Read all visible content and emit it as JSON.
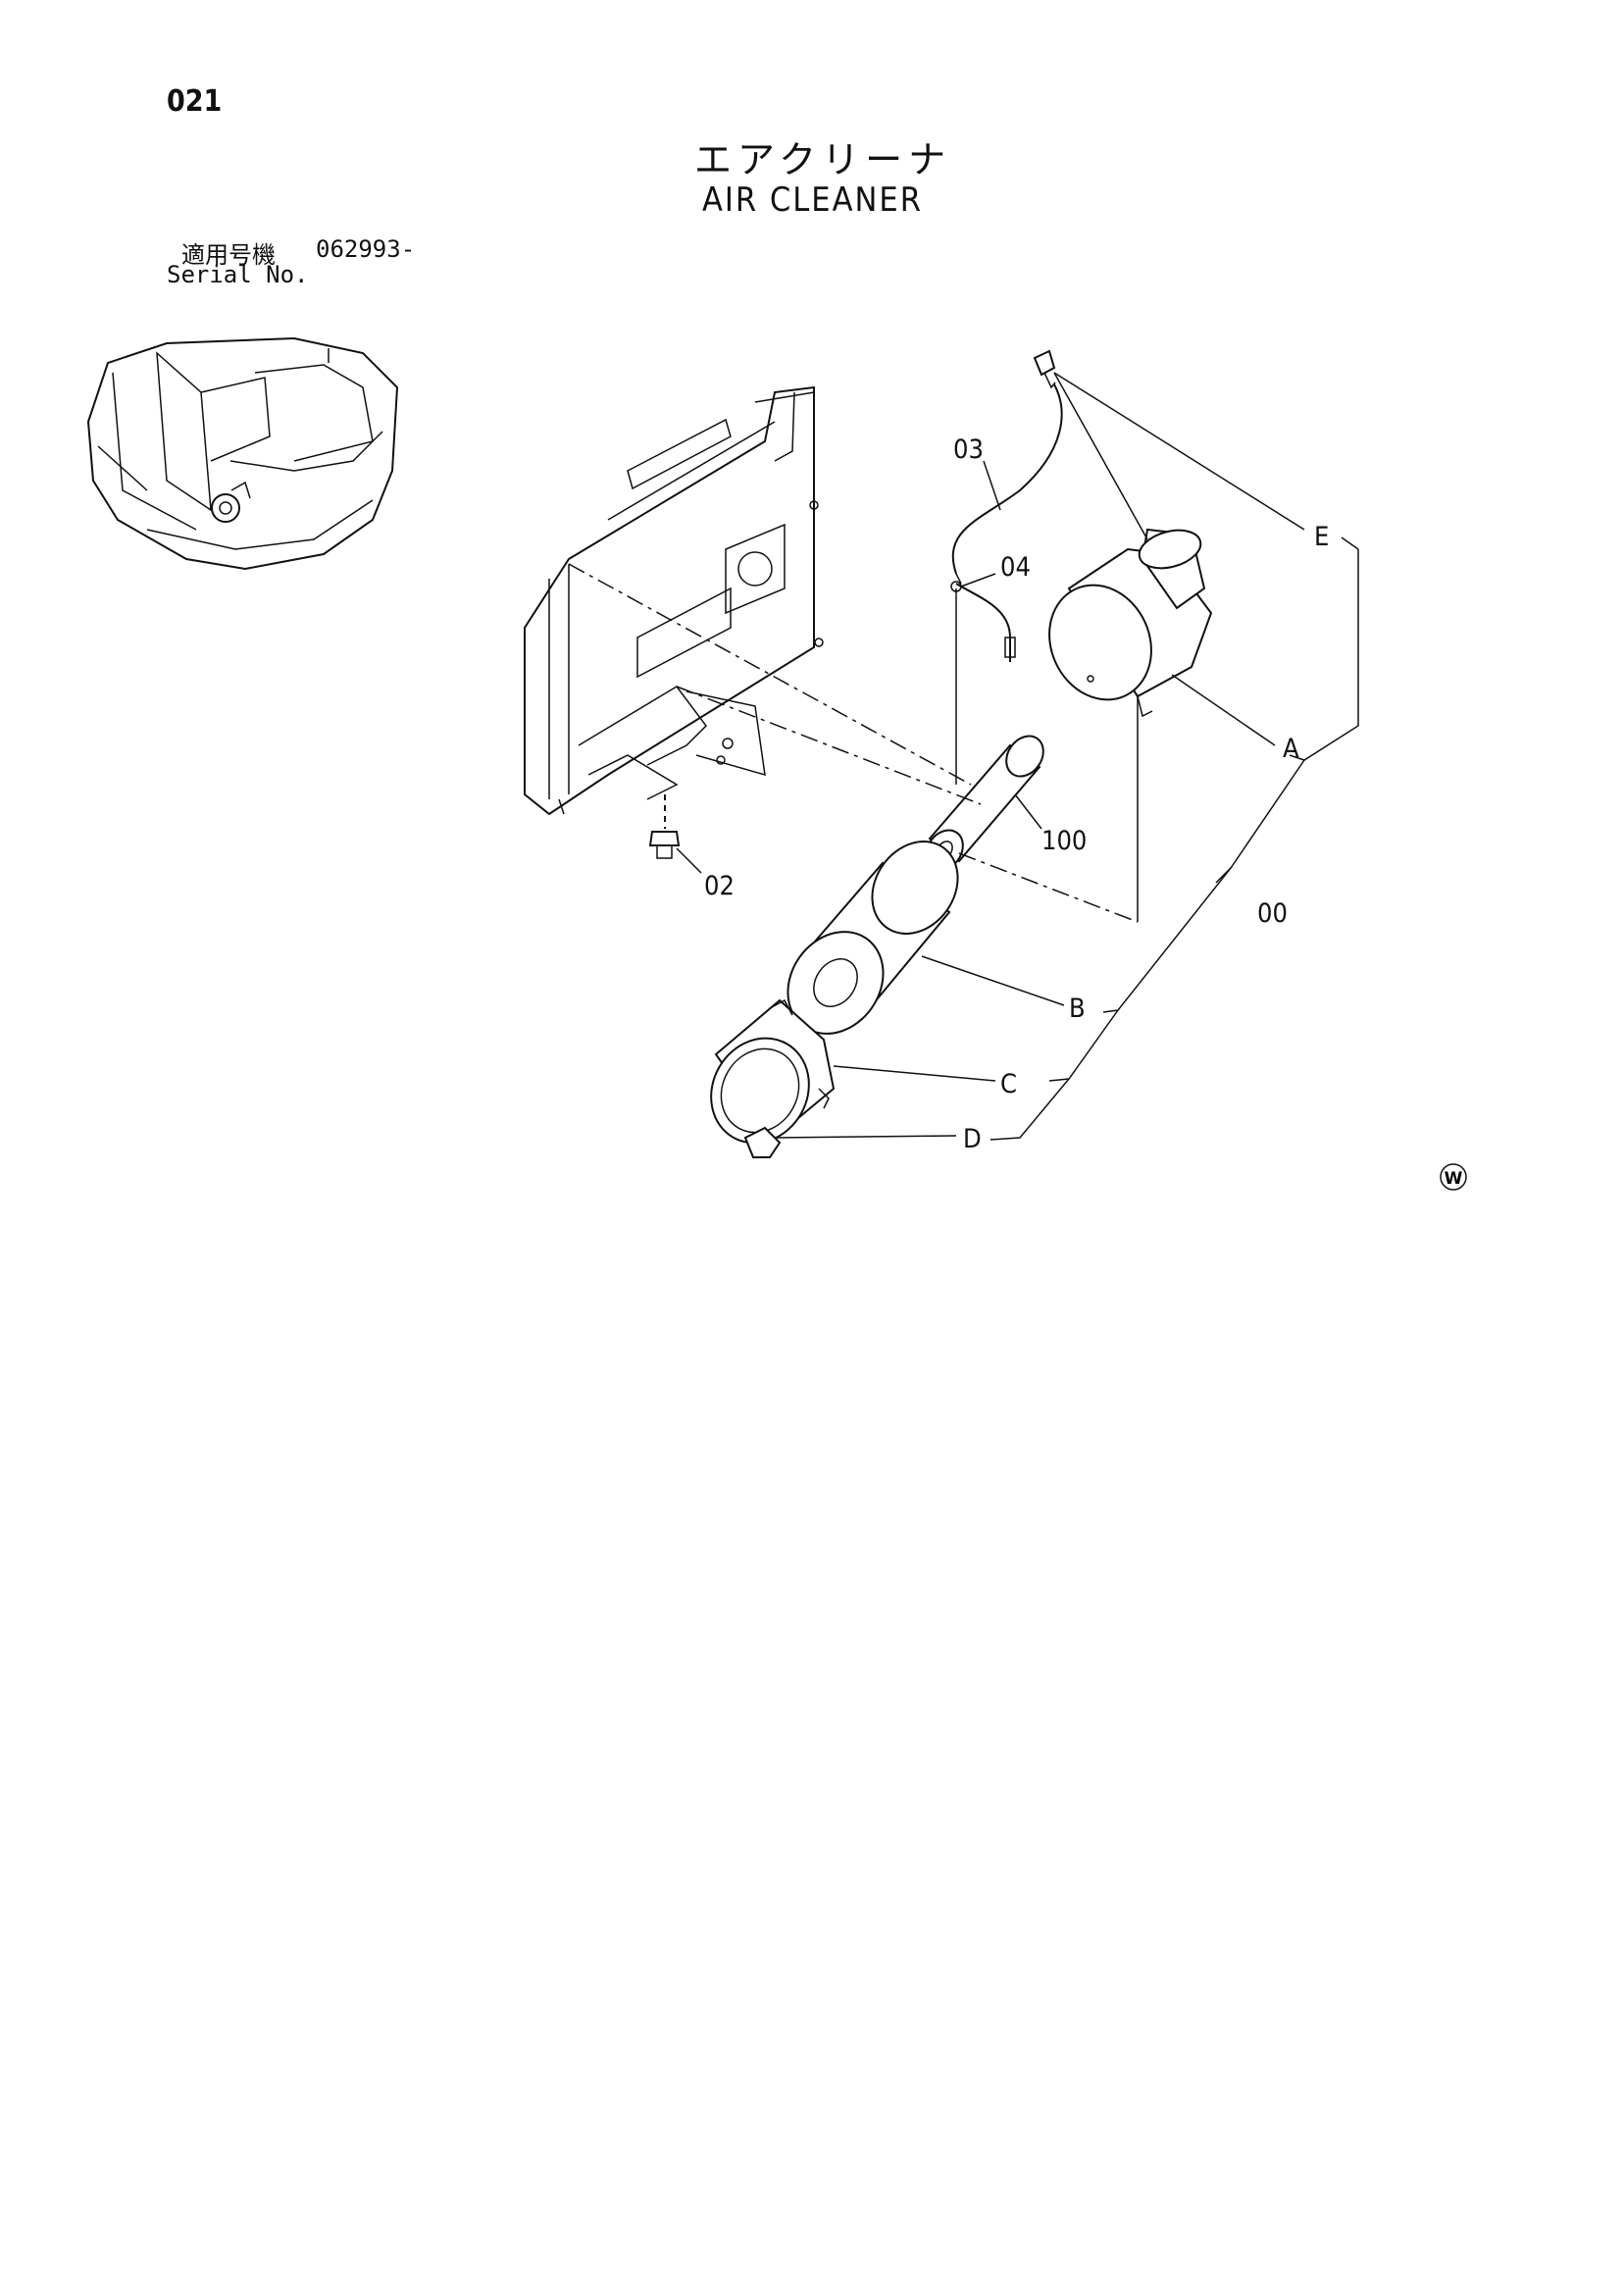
{
  "page": {
    "number": "021",
    "title_jp": "エアクリーナ",
    "title_en": "AIR CLEANER",
    "serial_label_jp": "適用号機",
    "serial_value": "062993-",
    "serial_label_en": "Serial No."
  },
  "callouts": {
    "c02": "02",
    "c03": "03",
    "c04": "04",
    "c100": "100",
    "c00": "00",
    "cA": "A",
    "cB": "B",
    "cC": "C",
    "cD": "D",
    "cE": "E"
  },
  "mark": "W"
}
